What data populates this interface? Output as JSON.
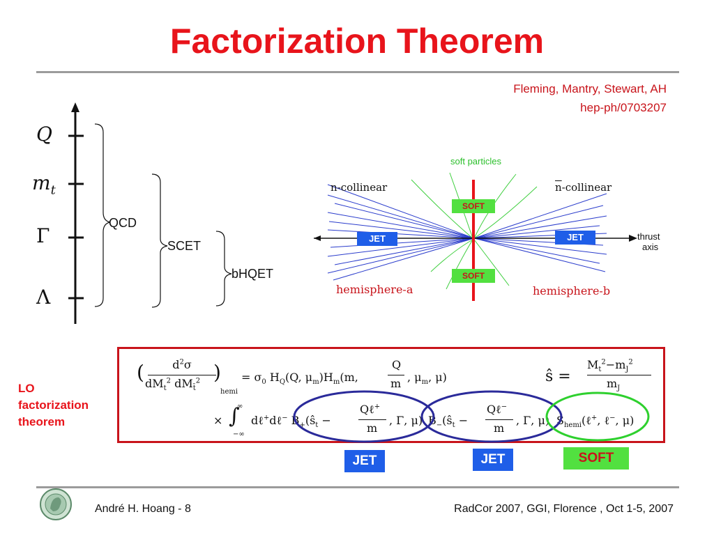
{
  "slide": {
    "title": "Factorization Theorem",
    "reference": {
      "authors": "Fleming, Mantry, Stewart, AH",
      "preprint": "hep-ph/0703207"
    }
  },
  "scales": {
    "labels": [
      "Q",
      "m",
      "Γ",
      "Λ"
    ],
    "mt_subscript": "t",
    "braces": [
      "QCD",
      "SCET",
      "bHQET"
    ]
  },
  "event_diagram": {
    "soft_particles": "soft particles",
    "n_collinear": "n-collinear",
    "nbar_collinear_bar": "n",
    "nbar_collinear_rest": "-collinear",
    "soft_top": "SOFT",
    "soft_bottom": "SOFT",
    "jet_left": "JET",
    "jet_right": "JET",
    "thrust_axis_1": "thrust",
    "thrust_axis_2": "axis",
    "hemisphere_a": "hemisphere-a",
    "hemisphere_b": "hemisphere-b"
  },
  "formula": {
    "label_line1": "LO",
    "label_line2": "factorization",
    "label_line3": "theorem",
    "jet1_badge": "JET",
    "jet2_badge": "JET",
    "soft_badge": "SOFT"
  },
  "footer": {
    "left": "André H. Hoang  - 8",
    "right": "RadCor 2007, GGI, Florence , Oct 1-5, 2007"
  },
  "colors": {
    "title": "#e8141b",
    "rule": "#9b9b9b",
    "box": "#c8141b",
    "jet": "#1f5ee8",
    "soft": "#52e040",
    "jet_oval": "#2a2a9a",
    "soft_oval": "#2ed02e"
  }
}
